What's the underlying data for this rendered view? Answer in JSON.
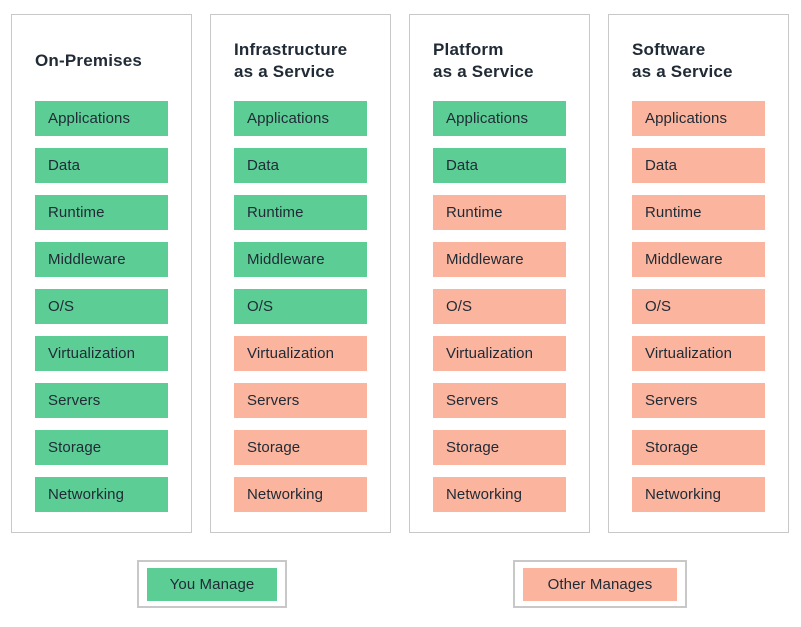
{
  "colors": {
    "you_manage": "#5dcd96",
    "other_manages": "#fbb49d",
    "text": "#212b36",
    "border": "#c8c8c8"
  },
  "columns": [
    {
      "title": "On-Premises",
      "layers": [
        {
          "label": "Applications",
          "owner": "you"
        },
        {
          "label": "Data",
          "owner": "you"
        },
        {
          "label": "Runtime",
          "owner": "you"
        },
        {
          "label": "Middleware",
          "owner": "you"
        },
        {
          "label": "O/S",
          "owner": "you"
        },
        {
          "label": "Virtualization",
          "owner": "you"
        },
        {
          "label": "Servers",
          "owner": "you"
        },
        {
          "label": "Storage",
          "owner": "you"
        },
        {
          "label": "Networking",
          "owner": "you"
        }
      ]
    },
    {
      "title": "Infrastructure\nas a Service",
      "layers": [
        {
          "label": "Applications",
          "owner": "you"
        },
        {
          "label": "Data",
          "owner": "you"
        },
        {
          "label": "Runtime",
          "owner": "you"
        },
        {
          "label": "Middleware",
          "owner": "you"
        },
        {
          "label": "O/S",
          "owner": "you"
        },
        {
          "label": "Virtualization",
          "owner": "other"
        },
        {
          "label": "Servers",
          "owner": "other"
        },
        {
          "label": "Storage",
          "owner": "other"
        },
        {
          "label": "Networking",
          "owner": "other"
        }
      ]
    },
    {
      "title": "Platform\nas a Service",
      "layers": [
        {
          "label": "Applications",
          "owner": "you"
        },
        {
          "label": "Data",
          "owner": "you"
        },
        {
          "label": "Runtime",
          "owner": "other"
        },
        {
          "label": "Middleware",
          "owner": "other"
        },
        {
          "label": "O/S",
          "owner": "other"
        },
        {
          "label": "Virtualization",
          "owner": "other"
        },
        {
          "label": "Servers",
          "owner": "other"
        },
        {
          "label": "Storage",
          "owner": "other"
        },
        {
          "label": "Networking",
          "owner": "other"
        }
      ]
    },
    {
      "title": "Software\nas a Service",
      "layers": [
        {
          "label": "Applications",
          "owner": "other"
        },
        {
          "label": "Data",
          "owner": "other"
        },
        {
          "label": "Runtime",
          "owner": "other"
        },
        {
          "label": "Middleware",
          "owner": "other"
        },
        {
          "label": "O/S",
          "owner": "other"
        },
        {
          "label": "Virtualization",
          "owner": "other"
        },
        {
          "label": "Servers",
          "owner": "other"
        },
        {
          "label": "Storage",
          "owner": "other"
        },
        {
          "label": "Networking",
          "owner": "other"
        }
      ]
    }
  ],
  "legend": [
    {
      "label": "You Manage",
      "owner": "you"
    },
    {
      "label": "Other Manages",
      "owner": "other"
    }
  ]
}
